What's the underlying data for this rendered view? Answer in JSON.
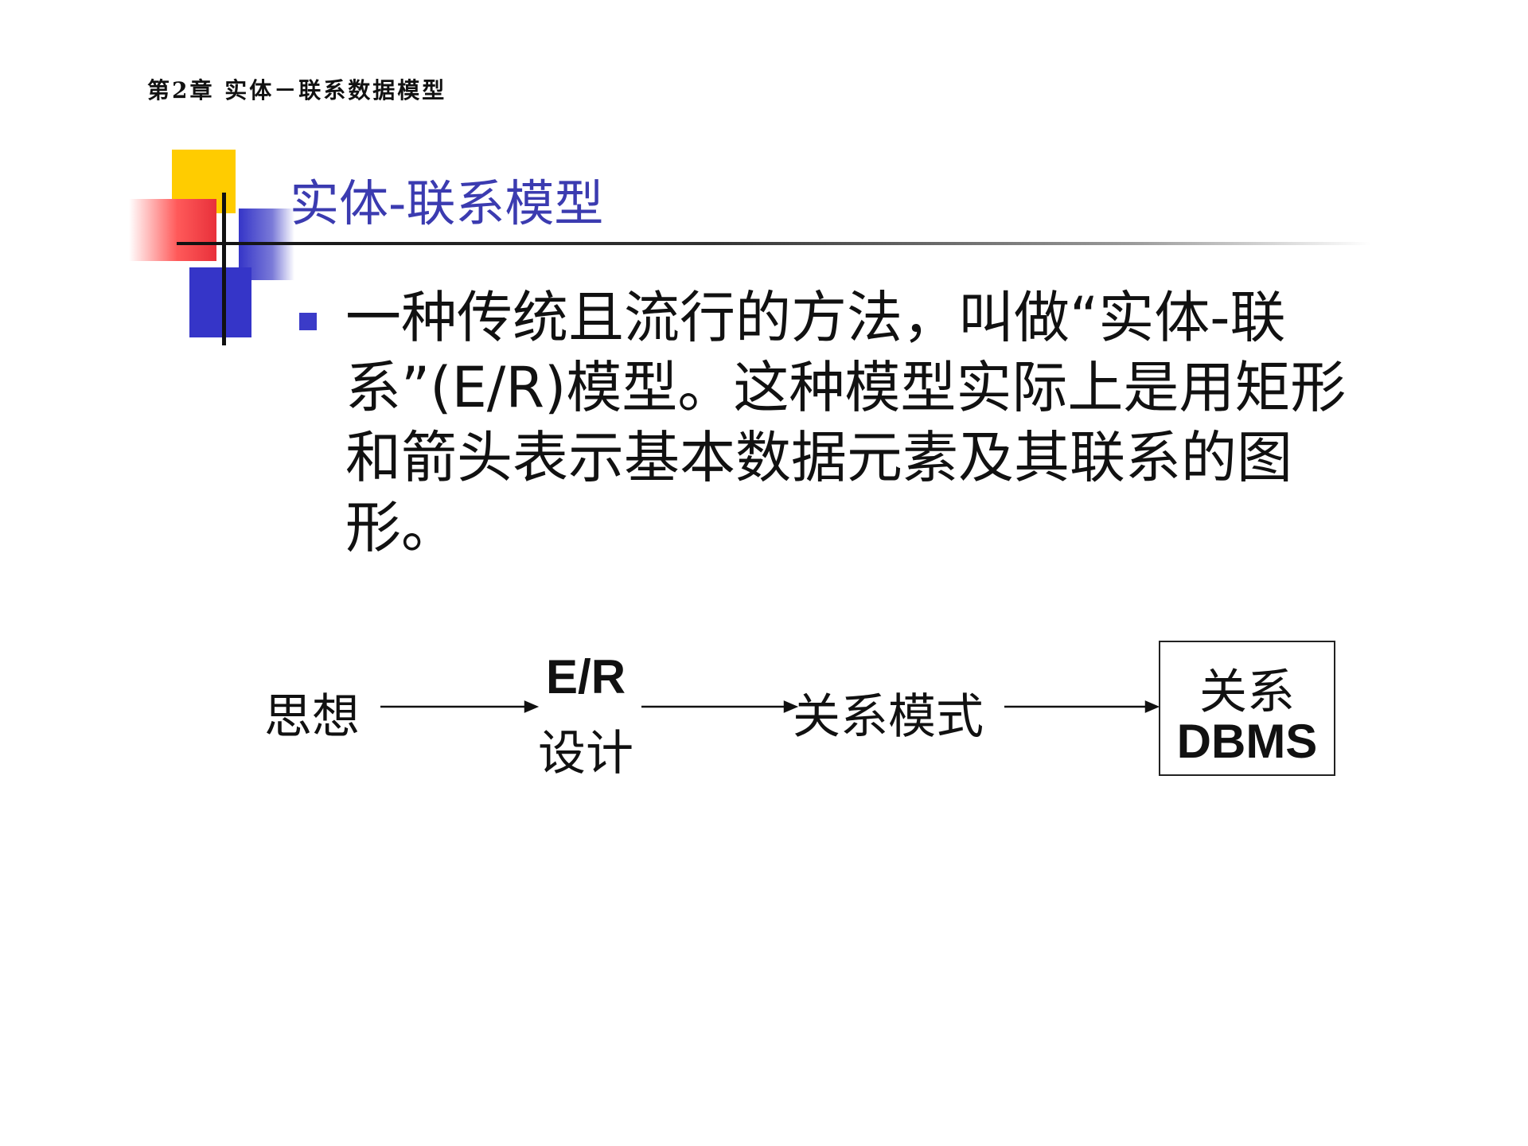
{
  "header": {
    "chapter": "第2章 实体－联系数据模型"
  },
  "slide": {
    "title": "实体-联系模型",
    "bullet": "一种传统且流行的方法，叫做“实体-联系”(E/R)模型。这种模型实际上是用矩形和箭头表示基本数据元素及其联系的图形。"
  },
  "diagram": {
    "node_thought": "思想",
    "node_er_top": "E/R",
    "node_er_bottom": "设计",
    "node_relational_model": "关系模式",
    "node_dbms_top": "关系",
    "node_dbms_bottom": "DBMS"
  }
}
